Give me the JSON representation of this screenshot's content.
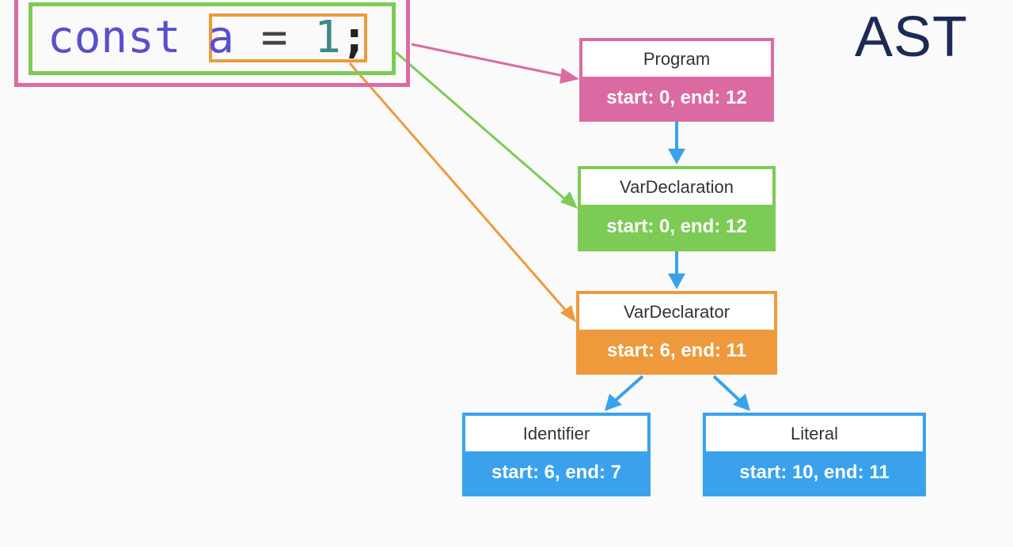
{
  "title": "AST",
  "code": {
    "keyword": "const",
    "identifier": "a",
    "operator": "=",
    "literal": "1",
    "terminator": ";"
  },
  "colors": {
    "program": "#dc6aa2",
    "var_declaration": "#7ccb55",
    "var_declarator": "#ee9a3c",
    "leaf": "#3aa2ec",
    "title": "#1c2a55"
  },
  "nodes": {
    "program": {
      "type": "Program",
      "range": "start: 0, end: 12"
    },
    "var_declaration": {
      "type": "VarDeclaration",
      "range": "start: 0, end: 12"
    },
    "var_declarator": {
      "type": "VarDeclarator",
      "range": "start: 6, end: 11"
    },
    "identifier": {
      "type": "Identifier",
      "range": "start: 6, end: 7"
    },
    "literal": {
      "type": "Literal",
      "range": "start: 10, end: 11"
    }
  }
}
